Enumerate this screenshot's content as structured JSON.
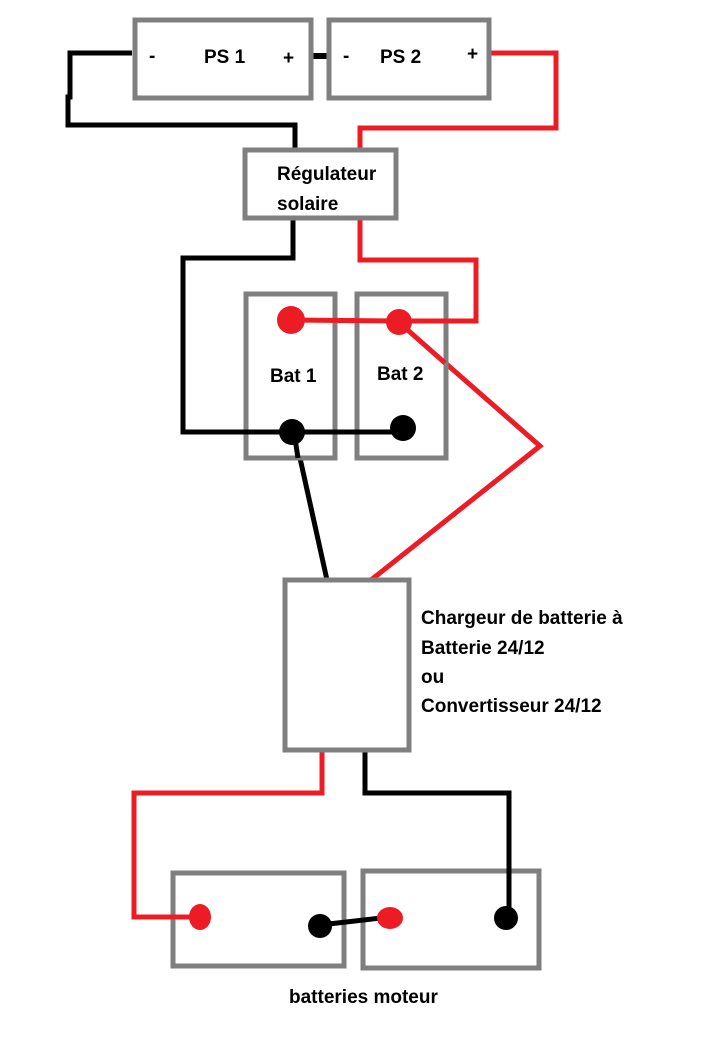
{
  "diagram": {
    "solar_panels": [
      {
        "label": "PS 1",
        "minus": "-",
        "plus": "+"
      },
      {
        "label": "PS 2",
        "minus": "-",
        "plus": "+"
      }
    ],
    "regulator": {
      "line1": "Régulateur",
      "line2": "solaire"
    },
    "house_batteries": [
      {
        "label": "Bat 1"
      },
      {
        "label": "Bat 2"
      }
    ],
    "charger": {
      "lines": [
        "Chargeur de batterie à",
        "Batterie 24/12",
        "ou",
        "Convertisseur 24/12"
      ]
    },
    "engine_batteries": {
      "label": "batteries moteur"
    },
    "colors": {
      "positive": "#ed1c24",
      "negative": "#000000",
      "box": "#7f7f7f"
    }
  }
}
